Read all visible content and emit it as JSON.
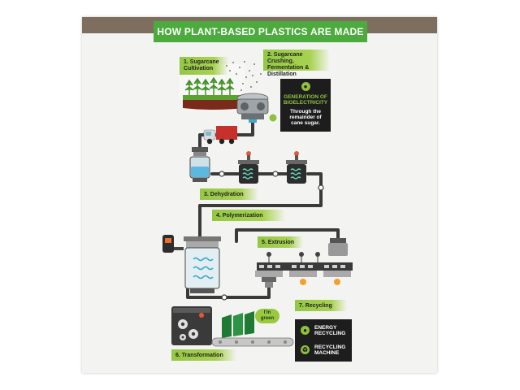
{
  "title": "HOW PLANT-BASED PLASTICS ARE MADE",
  "steps": {
    "s1": [
      "1. Sugarcane",
      "Cultivation"
    ],
    "s2": [
      "2. Sugarcane Crushing,",
      "Fermentation &",
      "Distillation"
    ],
    "s3": "3. Dehydration",
    "s4": "4. Polymerization",
    "s5": "5. Extrusion",
    "s6": "6. Transformation",
    "s7": "7. Recycling"
  },
  "bioelectricity": {
    "heading": [
      "GENERATION OF",
      "BIOELECTRICITY"
    ],
    "text": [
      "Through the",
      "remainder of",
      "cane sugar."
    ]
  },
  "recycling": {
    "energy": [
      "ENERGY",
      "RECYCLING"
    ],
    "machine": [
      "RECYCLING",
      "MACHINE"
    ]
  },
  "bubble": [
    "I'm",
    "green"
  ],
  "icons": {
    "bio": "lightbulb-icon",
    "energy": "lightbulb-icon",
    "machine": "recycle-icon"
  },
  "colors": {
    "banner": "#4daa3e",
    "label": "#93c744",
    "topbar": "#7d6e60",
    "box": "#1d1d1d",
    "pipe": "#3a3a3a",
    "product": "#1f7a33",
    "truck": "#c6322b"
  }
}
